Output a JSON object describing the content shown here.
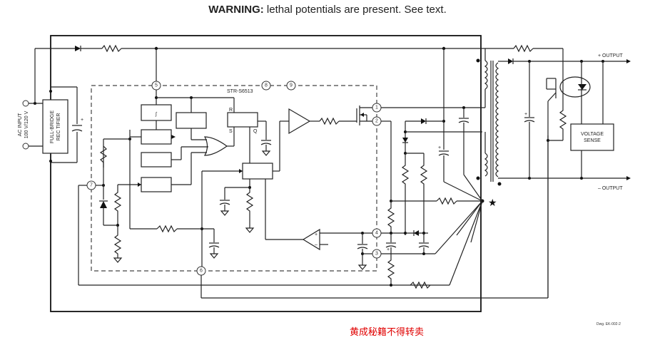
{
  "header": {
    "warning_bold": "WARNING:",
    "warning_text": " lethal potentials are present.  See text."
  },
  "labels": {
    "ac_input_line1": "AC INPUT",
    "ac_input_line2": "100 V/120 V",
    "rectifier_line1": "FULL-BRIDGE",
    "rectifier_line2": "REC TIFIER",
    "ic_name": "STR-S6513",
    "latch_r": "R",
    "latch_s": "S",
    "latch_q": "Q",
    "plus_output": "+ OUTPUT",
    "minus_output": "– OUTPUT",
    "voltage_sense_line1": "VOLTAGE",
    "voltage_sense_line2": "SENSE",
    "star_ground": "★",
    "cap_plus": "+",
    "opamp_plus": "+",
    "opamp_minus": "–"
  },
  "pins": [
    "1",
    "2",
    "3",
    "4",
    "5",
    "6",
    "7",
    "8",
    "9"
  ],
  "footer": {
    "drawing_number": "Dwg. EK-002-2",
    "watermark": "黄成秘籍不得转卖"
  },
  "colors": {
    "watermark": "#e00000",
    "line": "#222222"
  }
}
